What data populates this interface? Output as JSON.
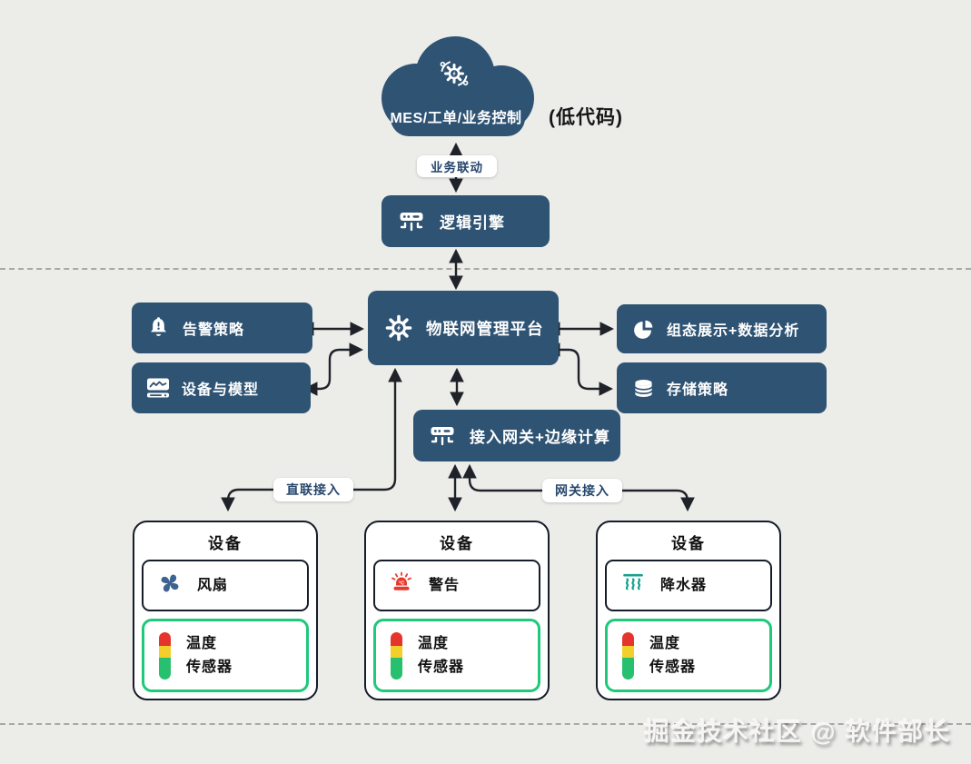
{
  "colors": {
    "background": "#ECECE9",
    "node_blue": "#2E5373",
    "line_dark": "#1F2329",
    "green_border": "#1EC97B",
    "alarm_red": "#E8392E",
    "fan_blue": "#3D6392",
    "sprinkler_teal": "#16A28C",
    "temp_red": "#E5342B",
    "temp_yellow": "#F3CF2B",
    "temp_green": "#27C06E"
  },
  "cloud": {
    "label": "MES/工单/业务控制",
    "note": "(低代码)",
    "icon": "gear-orbit-icon"
  },
  "pills": {
    "business_link": "业务联动",
    "direct_access": "直联接入",
    "gateway_access": "网关接入"
  },
  "nodes": {
    "logic_engine": {
      "label": "逻辑引擎",
      "icon": "switch-branch-icon"
    },
    "platform": {
      "label": "物联网管理平台",
      "icon": "iot-hub-icon"
    },
    "alarm_policy": {
      "label": "告警策略",
      "icon": "alert-bell-icon"
    },
    "device_model": {
      "label": "设备与模型",
      "icon": "device-screen-icon"
    },
    "display_analysis": {
      "label": "组态展示+数据分析",
      "icon": "pie-chart-icon"
    },
    "storage_policy": {
      "label": "存储策略",
      "icon": "database-icon"
    },
    "gateway_edge": {
      "label": "接入网关+边缘计算",
      "icon": "switch-branch-icon"
    }
  },
  "devices": [
    {
      "title": "设备",
      "actuator": "风扇",
      "actuator_icon": "fan-icon",
      "sensor_line1": "温度",
      "sensor_line2": "传感器",
      "sensor_icon": "temp-bar-icon"
    },
    {
      "title": "设备",
      "actuator": "警告",
      "actuator_icon": "siren-icon",
      "sensor_line1": "温度",
      "sensor_line2": "传感器",
      "sensor_icon": "temp-bar-icon"
    },
    {
      "title": "设备",
      "actuator": "降水器",
      "actuator_icon": "sprinkler-icon",
      "sensor_line1": "温度",
      "sensor_line2": "传感器",
      "sensor_icon": "temp-bar-icon"
    }
  ],
  "watermark": "掘金技术社区 @ 软件部长"
}
